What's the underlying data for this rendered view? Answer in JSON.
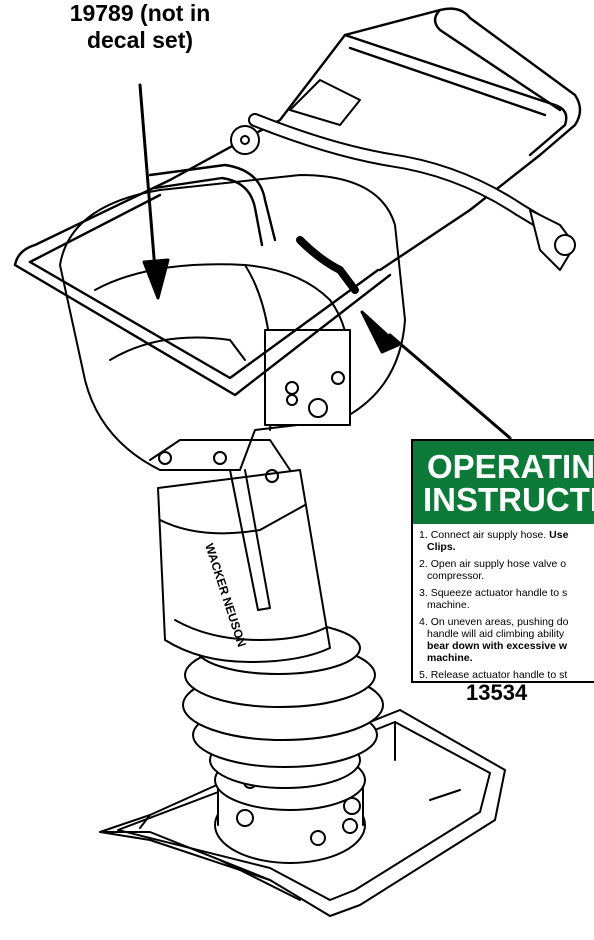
{
  "top_callout": {
    "line1": "19789 (not in",
    "line2": "decal set)",
    "swatch_color": "#7a1a16"
  },
  "decal": {
    "header_line1": "OPERATIN",
    "header_line2": "INSTRUCTIO",
    "header_color": "#0d7a3a",
    "items": [
      {
        "number": "1.",
        "lines": [
          "Connect air supply hose. "
        ],
        "bold_tail": "Use",
        "bold_next": "Clips."
      },
      {
        "number": "2.",
        "lines": [
          "Open air supply hose valve o",
          "compressor."
        ]
      },
      {
        "number": "3.",
        "lines": [
          "Squeeze actuator handle to s",
          "machine."
        ]
      },
      {
        "number": "4.",
        "lines": [
          "On uneven areas, pushing do",
          "handle will aid climbing ability"
        ],
        "bold_lines": [
          "bear down with excessive w",
          "machine."
        ]
      },
      {
        "number": "5.",
        "lines": [
          "Release actuator handle to st"
        ]
      }
    ],
    "part_number": "13534"
  }
}
